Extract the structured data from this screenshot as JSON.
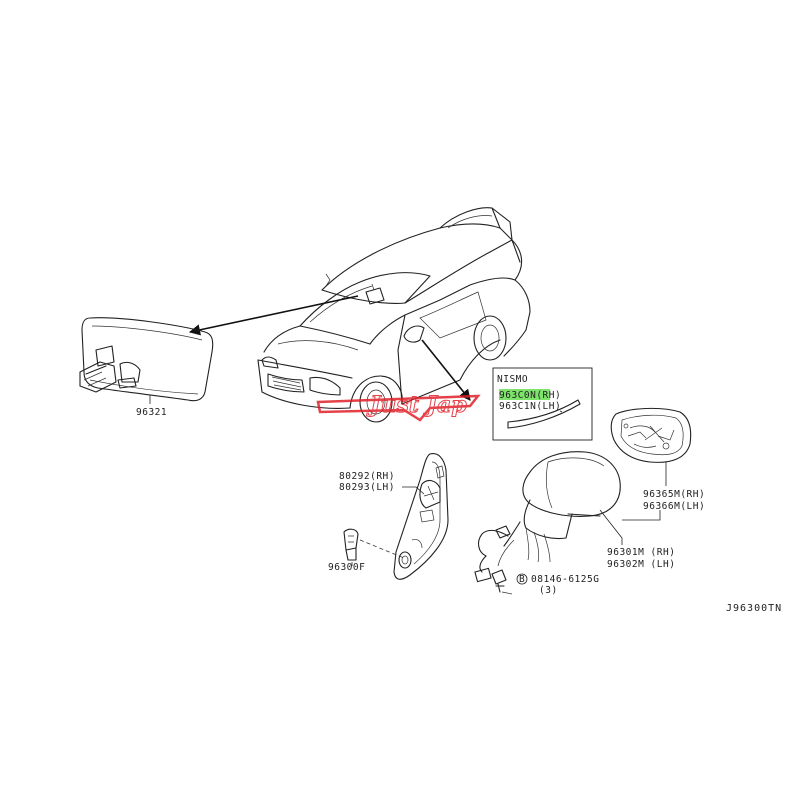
{
  "diagram": {
    "box_header": "NISMO",
    "highlight_color": "#7ee36b",
    "watermark_color": "#e0202a",
    "watermark_text": "Just Jap",
    "parts": {
      "inner_mirror": "96321",
      "nismo_rh": "963C0N(RH)",
      "nismo_lh": "963C1N(LH)",
      "glass_rh": "96365M(RH)",
      "glass_lh": "96366M(LH)",
      "cover_rh": "80292(RH)",
      "cover_lh": "80293(LH)",
      "clip": "96300F",
      "mirror_rh": "96301M (RH)",
      "mirror_lh": "96302M (LH)",
      "bolt_marker": "B",
      "bolt": "08146-6125G",
      "bolt_qty": "(3)"
    },
    "code": "J96300TN"
  }
}
